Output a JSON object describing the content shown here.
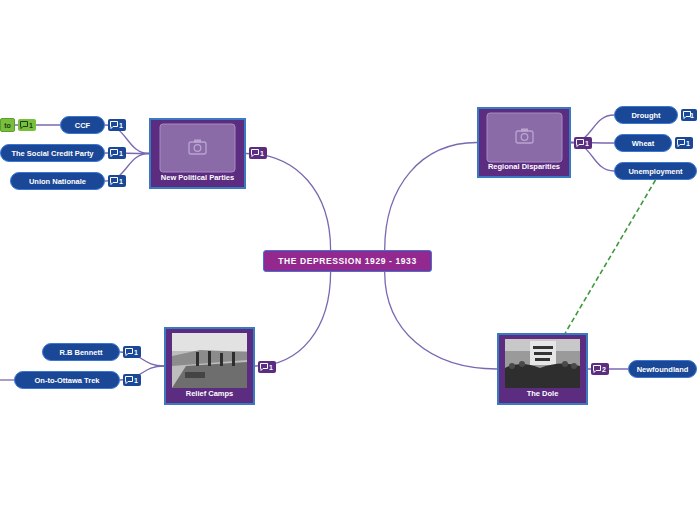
{
  "diagram": {
    "nodes": [
      {
        "text": [
          "New Political Parties"
        ]
      },
      {
        "text": [
          "to"
        ]
      },
      {
        "text": [
          "CCF"
        ]
      },
      {
        "text": [
          "The Social Credit Party"
        ]
      },
      {
        "text": [
          "Union Nationale"
        ]
      },
      {
        "text": [
          "Regional Disparities"
        ]
      },
      {
        "text": [
          "Drought"
        ]
      },
      {
        "text": [
          "Wheat"
        ]
      },
      {
        "text": [
          "Unemployment"
        ]
      },
      {
        "text": [
          "THE DEPRESSION 1929 - 1933"
        ]
      },
      {
        "text": [
          "R.B Bennett"
        ]
      },
      {
        "text": [
          "Relief Camps"
        ]
      },
      {
        "text": [
          "On-to-Ottawa Trek"
        ]
      },
      {
        "text": [
          "The Dole"
        ]
      },
      {
        "text": [
          "Newfoundland"
        ]
      }
    ],
    "edges": [
      {
        "from": 9,
        "to": 0,
        "arrow": "none"
      },
      {
        "from": 9,
        "to": 5,
        "arrow": "none"
      },
      {
        "from": 9,
        "to": 11,
        "arrow": "none"
      },
      {
        "from": 9,
        "to": 13,
        "arrow": "none"
      },
      {
        "from": 0,
        "to": 2,
        "arrow": "none"
      },
      {
        "from": 0,
        "to": 3,
        "arrow": "none"
      },
      {
        "from": 0,
        "to": 4,
        "arrow": "none"
      },
      {
        "from": 2,
        "to": 1,
        "arrow": "none"
      },
      {
        "from": 5,
        "to": 6,
        "arrow": "none"
      },
      {
        "from": 5,
        "to": 7,
        "arrow": "none"
      },
      {
        "from": 5,
        "to": 8,
        "arrow": "none"
      },
      {
        "from": 11,
        "to": 10,
        "arrow": "none"
      },
      {
        "from": 11,
        "to": 12,
        "arrow": "none"
      },
      {
        "from": 13,
        "to": 14,
        "arrow": "none"
      },
      {
        "from": 8,
        "to": 13,
        "arrow": "none"
      }
    ],
    "labels": [
      "1",
      "1",
      "1",
      "1",
      "1",
      "1",
      "1",
      "1",
      "1",
      "1",
      "1",
      "2"
    ]
  }
}
